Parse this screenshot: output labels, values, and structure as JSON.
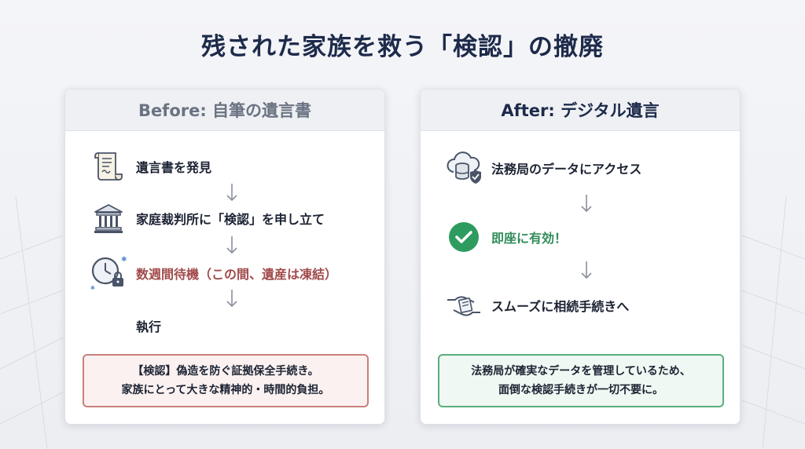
{
  "title": "残された家族を救う「検認」の撤廃",
  "before": {
    "heading": "Before: 自筆の遺言書",
    "steps": [
      {
        "label": "遺言書を発見",
        "icon": "document-scroll-icon"
      },
      {
        "label": "家庭裁判所に「検認」を申し立て",
        "icon": "courthouse-icon"
      },
      {
        "label": "数週間待機（この間、遺産は凍結）",
        "icon": "clock-lock-icon"
      },
      {
        "label": "執行",
        "icon": ""
      }
    ],
    "note_lines": [
      "【検認】偽造を防ぐ証拠保全手続き。",
      "家族にとって大きな精神的・時間的負担。"
    ]
  },
  "after": {
    "heading": "After: デジタル遺言",
    "steps": [
      {
        "label": "法務局のデータにアクセス",
        "icon": "cloud-database-shield-icon"
      },
      {
        "label": "即座に有効！",
        "icon": "check-circle-icon"
      },
      {
        "label": "スムーズに相続手続きへ",
        "icon": "handover-document-icon"
      }
    ],
    "note_lines": [
      "法務局が確実なデータを管理しているため、",
      "面倒な検認手続きが一切不要に。"
    ]
  },
  "colors": {
    "title": "#1d2a4a",
    "warning_text": "#a14a4a",
    "success_text": "#2f8c5a",
    "success_icon": "#2e9c5f",
    "red_border": "#c9807b",
    "green_border": "#5aae7e"
  }
}
